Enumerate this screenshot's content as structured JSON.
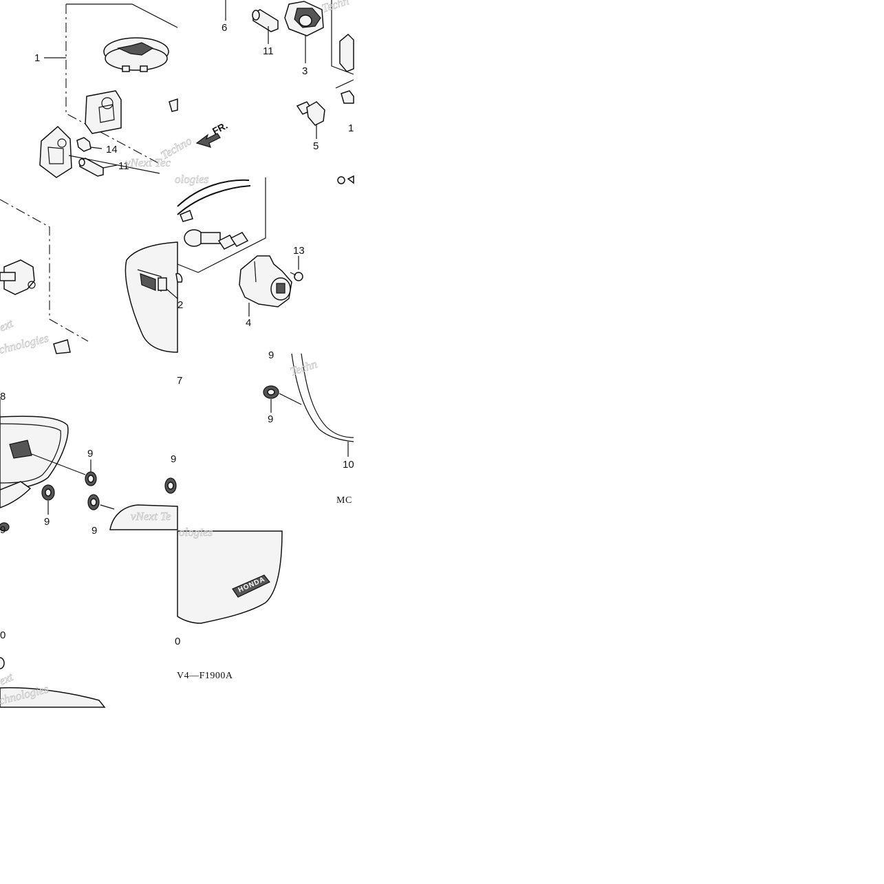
{
  "diagram": {
    "callouts": {
      "c1": "1",
      "c2": "2",
      "c3": "3",
      "c4": "4",
      "c5": "5",
      "c6": "6",
      "c7": "7",
      "c8": "8",
      "c9a": "9",
      "c9b": "9",
      "c9c": "9",
      "c9d": "9",
      "c9e": "9",
      "c9f": "9",
      "c9g": "9",
      "c10a": "10",
      "c10b": "0",
      "c10c": "0",
      "c11a": "11",
      "c11b": "11",
      "c12": "1",
      "c13": "13",
      "c14": "14"
    },
    "front_arrow_label": "FR.",
    "brand_badge": "HONDA",
    "code_fragment_top": "MC",
    "code_fragment_bottom": "V4—F1900A",
    "watermarks": {
      "w1": "vNext Tec",
      "w2": "Techn",
      "w3": "ext",
      "w4": "chnologies",
      "w5": "Techn",
      "w6": "vNext Te",
      "w7": "ologies",
      "w8": "ext",
      "w9": "chnologies",
      "w10": "ologies",
      "w11": "Techno"
    }
  }
}
